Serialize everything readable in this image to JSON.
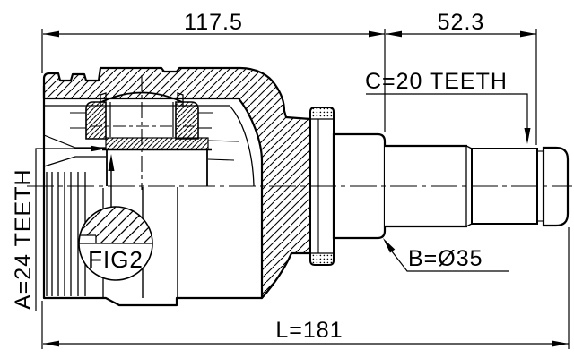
{
  "meta": {
    "background": "#ffffff",
    "line_color": "#000000",
    "drawing_kind": "CV joint cross-section technical drawing"
  },
  "labels": {
    "dim_body_width": "117.5",
    "dim_shaft_width": "52.3",
    "spline_count_c": "C=20 TEETH",
    "spline_count_a": "A=24 TEETH",
    "shaft_diameter_b": "B=Ø35",
    "overall_length": "L=181",
    "figure": "FIG2"
  }
}
